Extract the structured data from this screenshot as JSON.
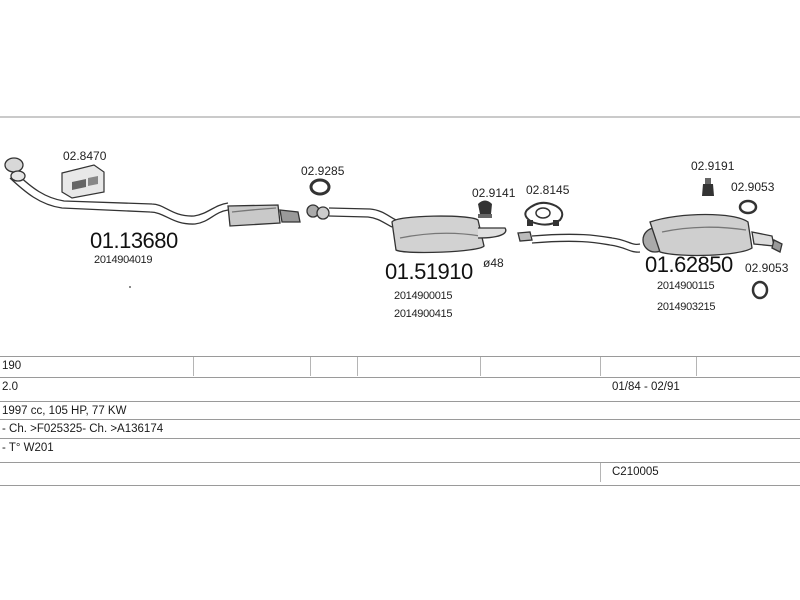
{
  "parts": {
    "downpipe": {
      "number": "01.13680",
      "oem": [
        "2014904019"
      ]
    },
    "kit": {
      "number": "02.8470"
    },
    "gasket_a": {
      "number": "02.9285"
    },
    "clamp_a": {
      "number": "02.9141"
    },
    "hanger_a": {
      "number": "02.8145"
    },
    "middle_silencer": {
      "number": "01.51910",
      "oem": [
        "2014900015",
        "2014900415"
      ],
      "diameter": "ø48"
    },
    "rubber_a": {
      "number": "02.9191"
    },
    "ring_a": {
      "number": "02.9053"
    },
    "ring_b": {
      "number": "02.9053"
    },
    "rear_silencer": {
      "number": "01.62850",
      "oem": [
        "2014900115",
        "2014903215"
      ]
    }
  },
  "spec": {
    "model": "190",
    "engine": "2.0",
    "years": "01/84 - 02/91",
    "power": "1997 cc, 105 HP, 77 KW",
    "chassis": "- Ch. >F025325- Ch. >A136174",
    "type": "- T° W201",
    "code": "C210005"
  }
}
